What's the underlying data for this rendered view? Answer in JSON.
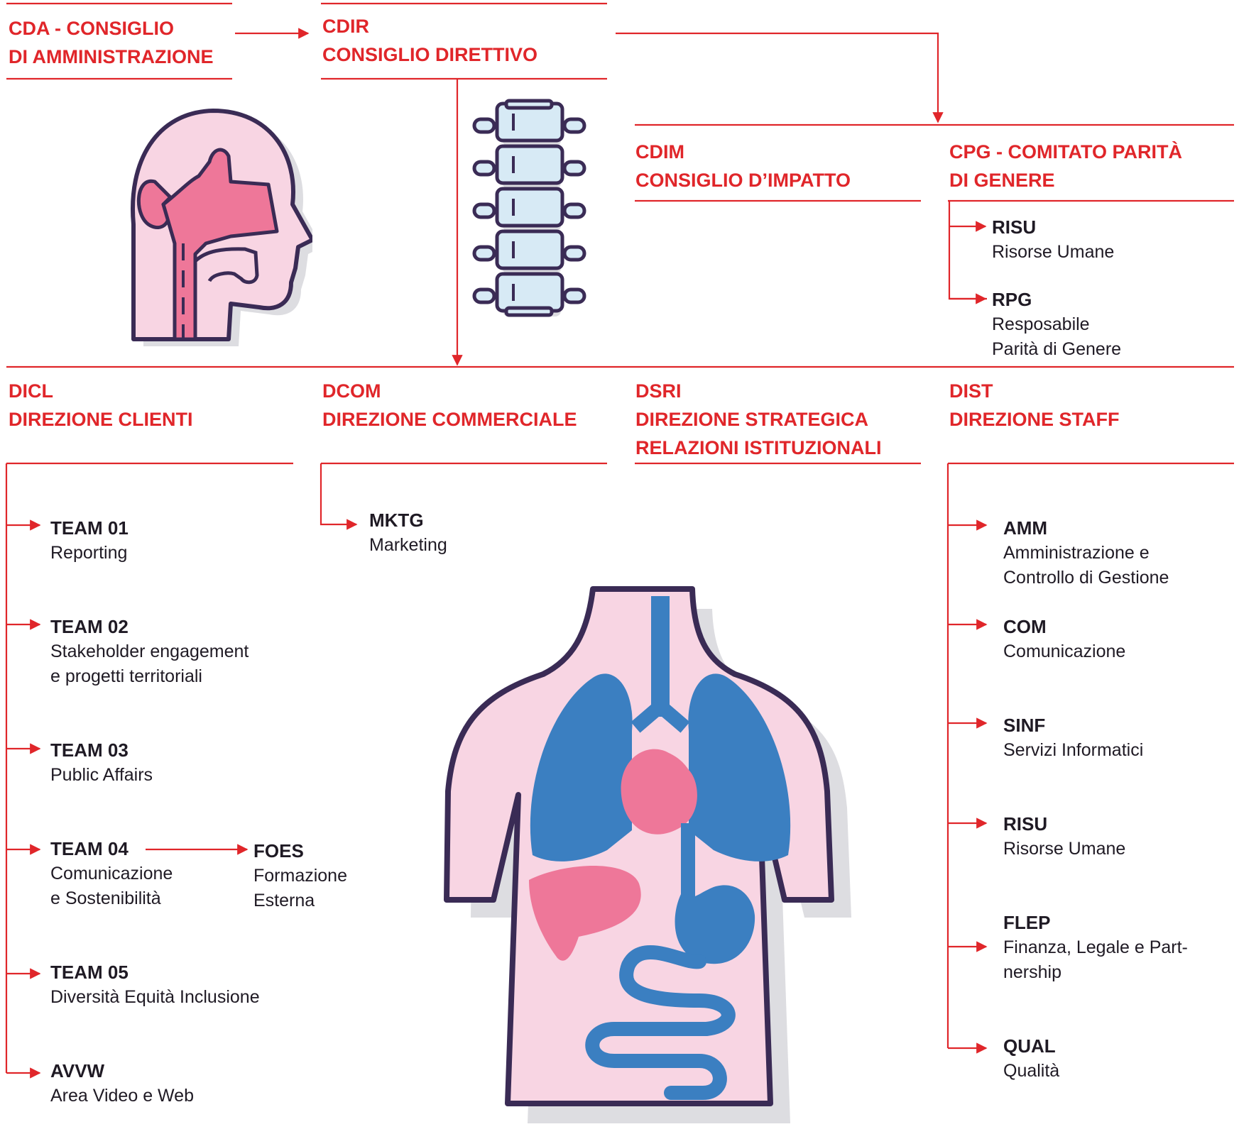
{
  "headers": {
    "cda": [
      "CDA - CONSIGLIO",
      "DI AMMINISTRAZIONE"
    ],
    "cdir": [
      "CDIR",
      "CONSIGLIO DIRETTIVO"
    ],
    "cdim": [
      "CDIM",
      "CONSIGLIO D’IMPATTO"
    ],
    "cpg": [
      "CPG - COMITATO PARITÀ",
      "DI GENERE"
    ],
    "dicl": [
      "DICL",
      "DIREZIONE CLIENTI"
    ],
    "dcom": [
      "DCOM",
      "DIREZIONE COMMERCIALE"
    ],
    "dsri": [
      "DSRI",
      "DIREZIONE STRATEGICA",
      "RELAZIONI ISTITUZIONALI"
    ],
    "dist": [
      "DIST",
      "DIREZIONE STAFF"
    ]
  },
  "cpg_units": [
    {
      "code": "RISU",
      "desc": [
        "Risorse Umane"
      ]
    },
    {
      "code": "RPG",
      "desc": [
        "Resposabile",
        "Parità di Genere"
      ]
    }
  ],
  "dicl_units": [
    {
      "code": "TEAM 01",
      "desc": [
        "Reporting"
      ]
    },
    {
      "code": "TEAM 02",
      "desc": [
        "Stakeholder engagement",
        "e progetti territoriali"
      ]
    },
    {
      "code": "TEAM 03",
      "desc": [
        "Public Affairs"
      ]
    },
    {
      "code": "TEAM 04",
      "desc": [
        "Comunicazione",
        "e Sostenibilità"
      ]
    },
    {
      "code": "TEAM 05",
      "desc": [
        "Diversità Equità Inclusione"
      ]
    },
    {
      "code": "AVVW",
      "desc": [
        "Area Video e Web"
      ]
    }
  ],
  "team04_sub": {
    "code": "FOES",
    "desc": [
      "Formazione",
      "Esterna"
    ]
  },
  "dcom_units": [
    {
      "code": "MKTG",
      "desc": [
        "Marketing"
      ]
    }
  ],
  "dist_units": [
    {
      "code": "AMM",
      "desc": [
        "Amministrazione e",
        "Controllo di Gestione"
      ]
    },
    {
      "code": "COM",
      "desc": [
        "Comunicazione"
      ]
    },
    {
      "code": "SINF",
      "desc": [
        "Servizi Informatici"
      ]
    },
    {
      "code": "RISU",
      "desc": [
        "Risorse Umane"
      ]
    },
    {
      "code": "FLEP",
      "desc": [
        "Finanza, Legale e Part-",
        "nership"
      ]
    },
    {
      "code": "QUAL",
      "desc": [
        "Qualità"
      ]
    }
  ],
  "illustrations": [
    "head-icon",
    "spine-icon",
    "torso-icon"
  ],
  "colors": {
    "accent": "#e0262a",
    "text": "#1f1a24",
    "pink": "#f8d5e3",
    "organ_pink": "#ee7799",
    "blue": "#3b7fc1",
    "outline": "#3a2b55"
  }
}
